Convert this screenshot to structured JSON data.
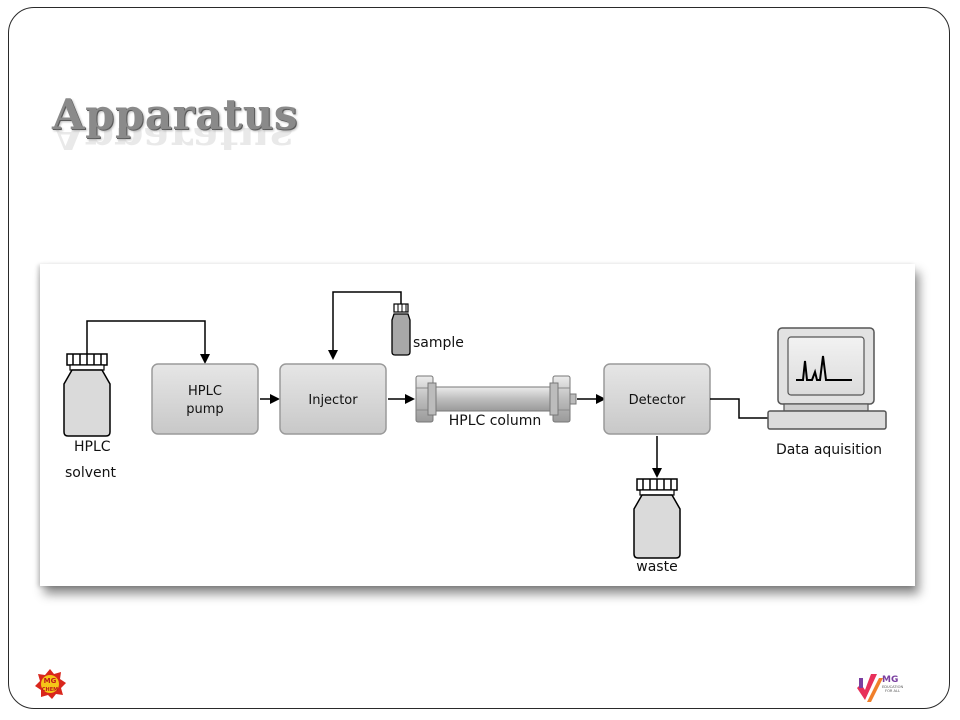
{
  "slide": {
    "title": "Apparatus"
  },
  "diagram": {
    "solvent_label_line1": "HPLC",
    "solvent_label_line2": "solvent",
    "pump_label_line1": "HPLC",
    "pump_label_line2": "pump",
    "injector_label": "Injector",
    "sample_label": "sample",
    "column_label": "HPLC column",
    "detector_label": "Detector",
    "waste_label": "waste",
    "data_label": "Data aquisition"
  },
  "logos": {
    "left_text": "MG CHEM",
    "right_text_main": "MG",
    "right_text_sub": "EDUCATION FOR ALL"
  },
  "colors": {
    "box_fill": "#d6d6d6",
    "box_stroke": "#9a9a9a",
    "title": "#8a8a8a",
    "logo_red": "#d9261c",
    "logo_yellow": "#f5c518"
  }
}
